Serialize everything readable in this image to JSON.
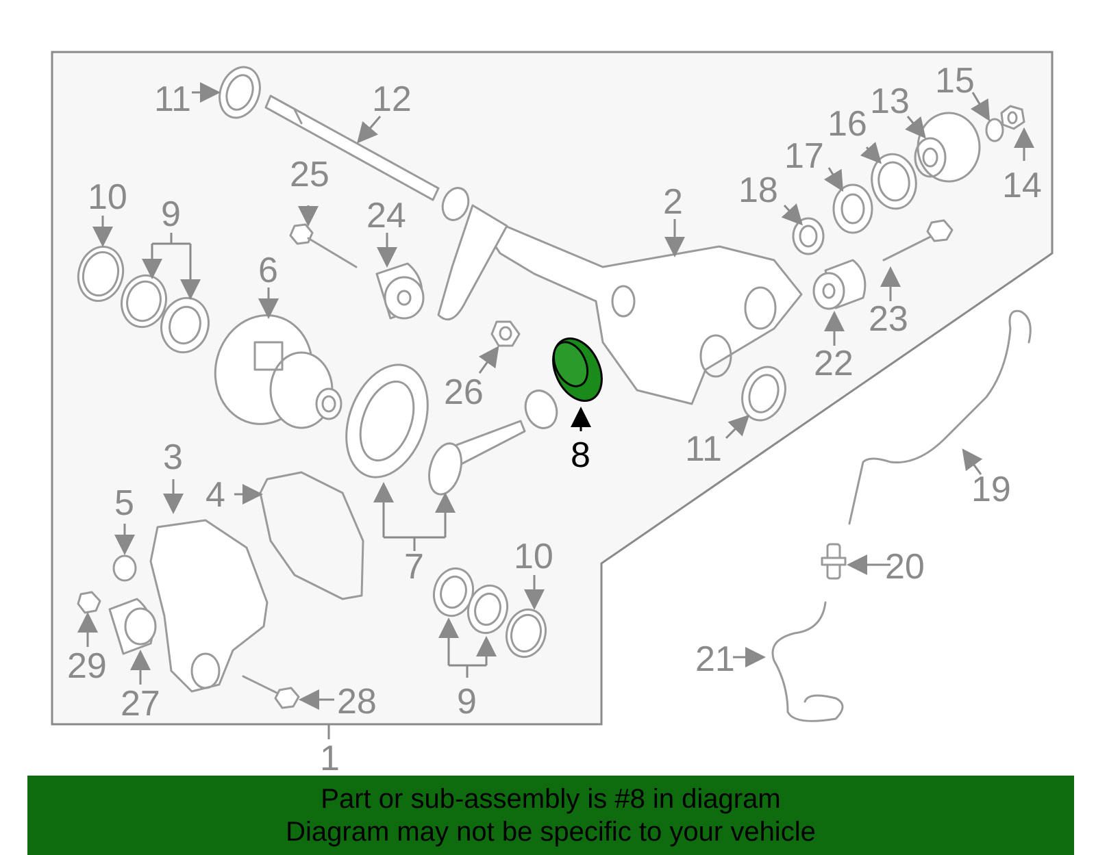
{
  "callouts": {
    "c1": "1",
    "c2": "2",
    "c3": "3",
    "c4": "4",
    "c5": "5",
    "c6": "6",
    "c7": "7",
    "c8": "8",
    "c9a": "9",
    "c9b": "9",
    "c10a": "10",
    "c10b": "10",
    "c11a": "11",
    "c11b": "11",
    "c12": "12",
    "c13": "13",
    "c14": "14",
    "c15": "15",
    "c16": "16",
    "c17": "17",
    "c18": "18",
    "c19": "19",
    "c20": "20",
    "c21": "21",
    "c22": "22",
    "c23": "23",
    "c24": "24",
    "c25": "25",
    "c26": "26",
    "c27": "27",
    "c28": "28",
    "c29": "29"
  },
  "highlight": {
    "part_number": "8",
    "color": "#1a8a1a"
  },
  "banner": {
    "line1": "Part or sub-assembly is #8 in diagram",
    "line2": "Diagram may not be specific to your vehicle",
    "background": "#0e6b0e"
  },
  "panel_fill": "#f7f7f7"
}
